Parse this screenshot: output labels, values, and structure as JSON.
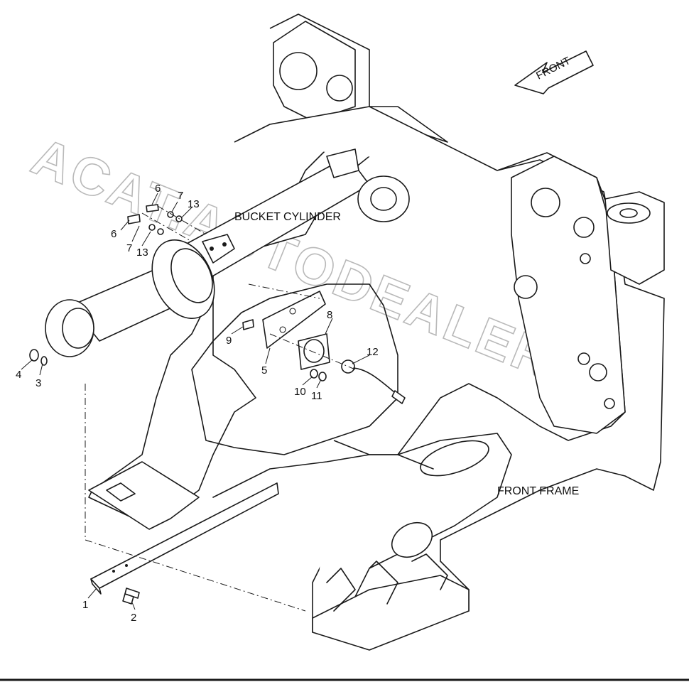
{
  "diagram": {
    "labels": {
      "front_arrow": "FRONT",
      "bucket_cylinder": "BUCKET CYLINDER",
      "front_frame": "FRONT FRAME"
    },
    "watermark": "ACAT.AUTODEALER.RU",
    "callouts": {
      "c1": "1",
      "c2": "2",
      "c3": "3",
      "c4": "4",
      "c5": "5",
      "c6a": "6",
      "c6b": "6",
      "c7a": "7",
      "c7b": "7",
      "c8": "8",
      "c9": "9",
      "c10": "10",
      "c11": "11",
      "c12": "12",
      "c13a": "13",
      "c13b": "13"
    }
  }
}
